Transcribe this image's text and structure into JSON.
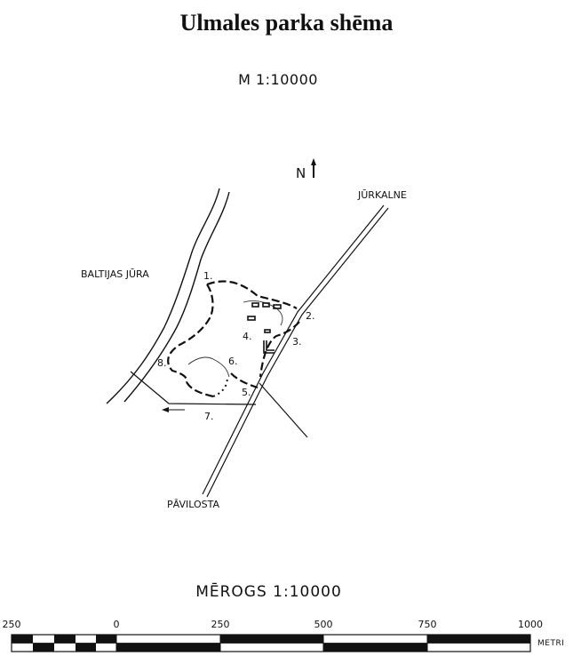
{
  "title": "Ulmales parka shēma",
  "scale_top": "M 1:10000",
  "north_label": "N",
  "places": {
    "jurkalne": "JŪRKALNE",
    "baltijas_jura": "BALTIJAS JŪRA",
    "pavilosta": "PĀVILOSTA"
  },
  "route_points": [
    "1.",
    "2.",
    "3.",
    "4.",
    "5.",
    "6.",
    "7.",
    "8."
  ],
  "scale_bottom": "MĒROGS  1:10000",
  "scale_bar": {
    "ticks": [
      "250",
      "0",
      "250",
      "500",
      "750",
      "1000"
    ],
    "unit": "METRI"
  }
}
